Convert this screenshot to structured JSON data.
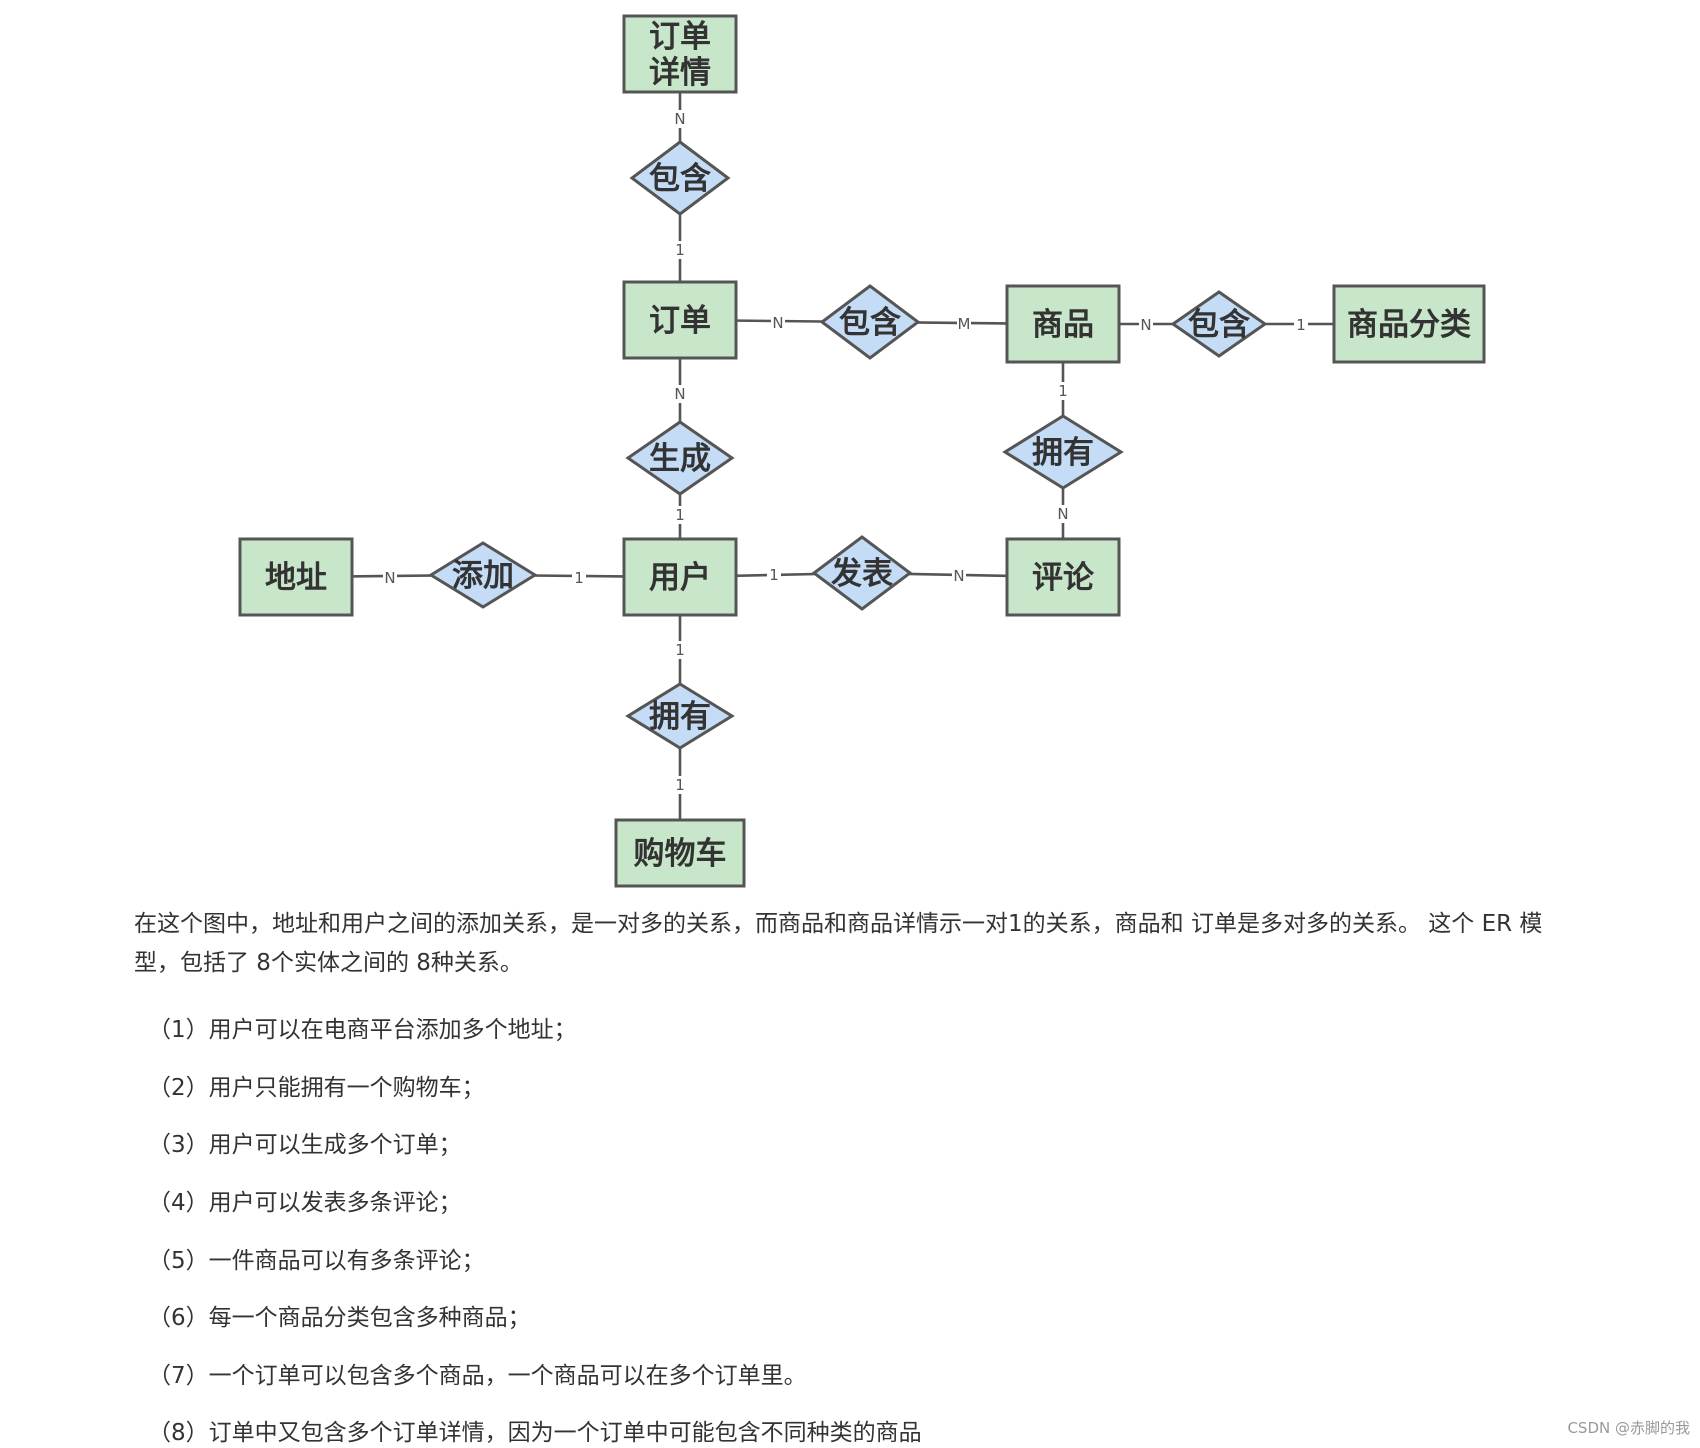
{
  "diagram": {
    "entities": [
      {
        "id": "order_detail",
        "lines": [
          "订单",
          "详情"
        ]
      },
      {
        "id": "order",
        "lines": [
          "订单"
        ]
      },
      {
        "id": "product",
        "lines": [
          "商品"
        ]
      },
      {
        "id": "category",
        "lines": [
          "商品分类"
        ]
      },
      {
        "id": "address",
        "lines": [
          "地址"
        ]
      },
      {
        "id": "user",
        "lines": [
          "用户"
        ]
      },
      {
        "id": "comment",
        "lines": [
          "评论"
        ]
      },
      {
        "id": "cart",
        "lines": [
          "购物车"
        ]
      }
    ],
    "relationships": [
      {
        "id": "r_order_detail",
        "label": "包含"
      },
      {
        "id": "r_order_product",
        "label": "包含"
      },
      {
        "id": "r_product_category",
        "label": "包含"
      },
      {
        "id": "r_user_order",
        "label": "生成"
      },
      {
        "id": "r_product_comment",
        "label": "拥有"
      },
      {
        "id": "r_user_address",
        "label": "添加"
      },
      {
        "id": "r_user_comment",
        "label": "发表"
      },
      {
        "id": "r_user_cart",
        "label": "拥有"
      }
    ],
    "links": [
      {
        "from": "order_detail",
        "to": "r_order_detail",
        "card": "N"
      },
      {
        "from": "r_order_detail",
        "to": "order",
        "card": "1"
      },
      {
        "from": "order",
        "to": "r_order_product",
        "card": "N"
      },
      {
        "from": "r_order_product",
        "to": "product",
        "card": "M"
      },
      {
        "from": "product",
        "to": "r_product_category",
        "card": "N"
      },
      {
        "from": "r_product_category",
        "to": "category",
        "card": "1"
      },
      {
        "from": "order",
        "to": "r_user_order",
        "card": "N"
      },
      {
        "from": "r_user_order",
        "to": "user",
        "card": "1"
      },
      {
        "from": "product",
        "to": "r_product_comment",
        "card": "1"
      },
      {
        "from": "r_product_comment",
        "to": "comment",
        "card": "N"
      },
      {
        "from": "address",
        "to": "r_user_address",
        "card": "N"
      },
      {
        "from": "r_user_address",
        "to": "user",
        "card": "1"
      },
      {
        "from": "user",
        "to": "r_user_comment",
        "card": "1"
      },
      {
        "from": "r_user_comment",
        "to": "comment",
        "card": "N"
      },
      {
        "from": "user",
        "to": "r_user_cart",
        "card": "1"
      },
      {
        "from": "r_user_cart",
        "to": "cart",
        "card": "1"
      }
    ]
  },
  "text": {
    "intro": "在这个图中，地址和用户之间的添加关系，是一对多的关系，而商品和商品详情示一对1的关系，商品和 订单是多对多的关系。 这个 ER 模型，包括了 8个实体之间的 8种关系。",
    "items": [
      "（1）用户可以在电商平台添加多个地址；",
      "（2）用户只能拥有一个购物车；",
      "（3）用户可以生成多个订单；",
      "（4）用户可以发表多条评论；",
      "（5）一件商品可以有多条评论；",
      "（6）每一个商品分类包含多种商品；",
      "（7）一个订单可以包含多个商品，一个商品可以在多个订单里。",
      "（8）订单中又包含多个订单详情，因为一个订单中可能包含不同种类的商品"
    ]
  },
  "watermark": "CSDN @赤脚的我",
  "colors": {
    "entity_fill": "#c8e6c9",
    "relationship_fill": "#c4dcf6",
    "stroke": "#555555",
    "text": "#333333"
  }
}
